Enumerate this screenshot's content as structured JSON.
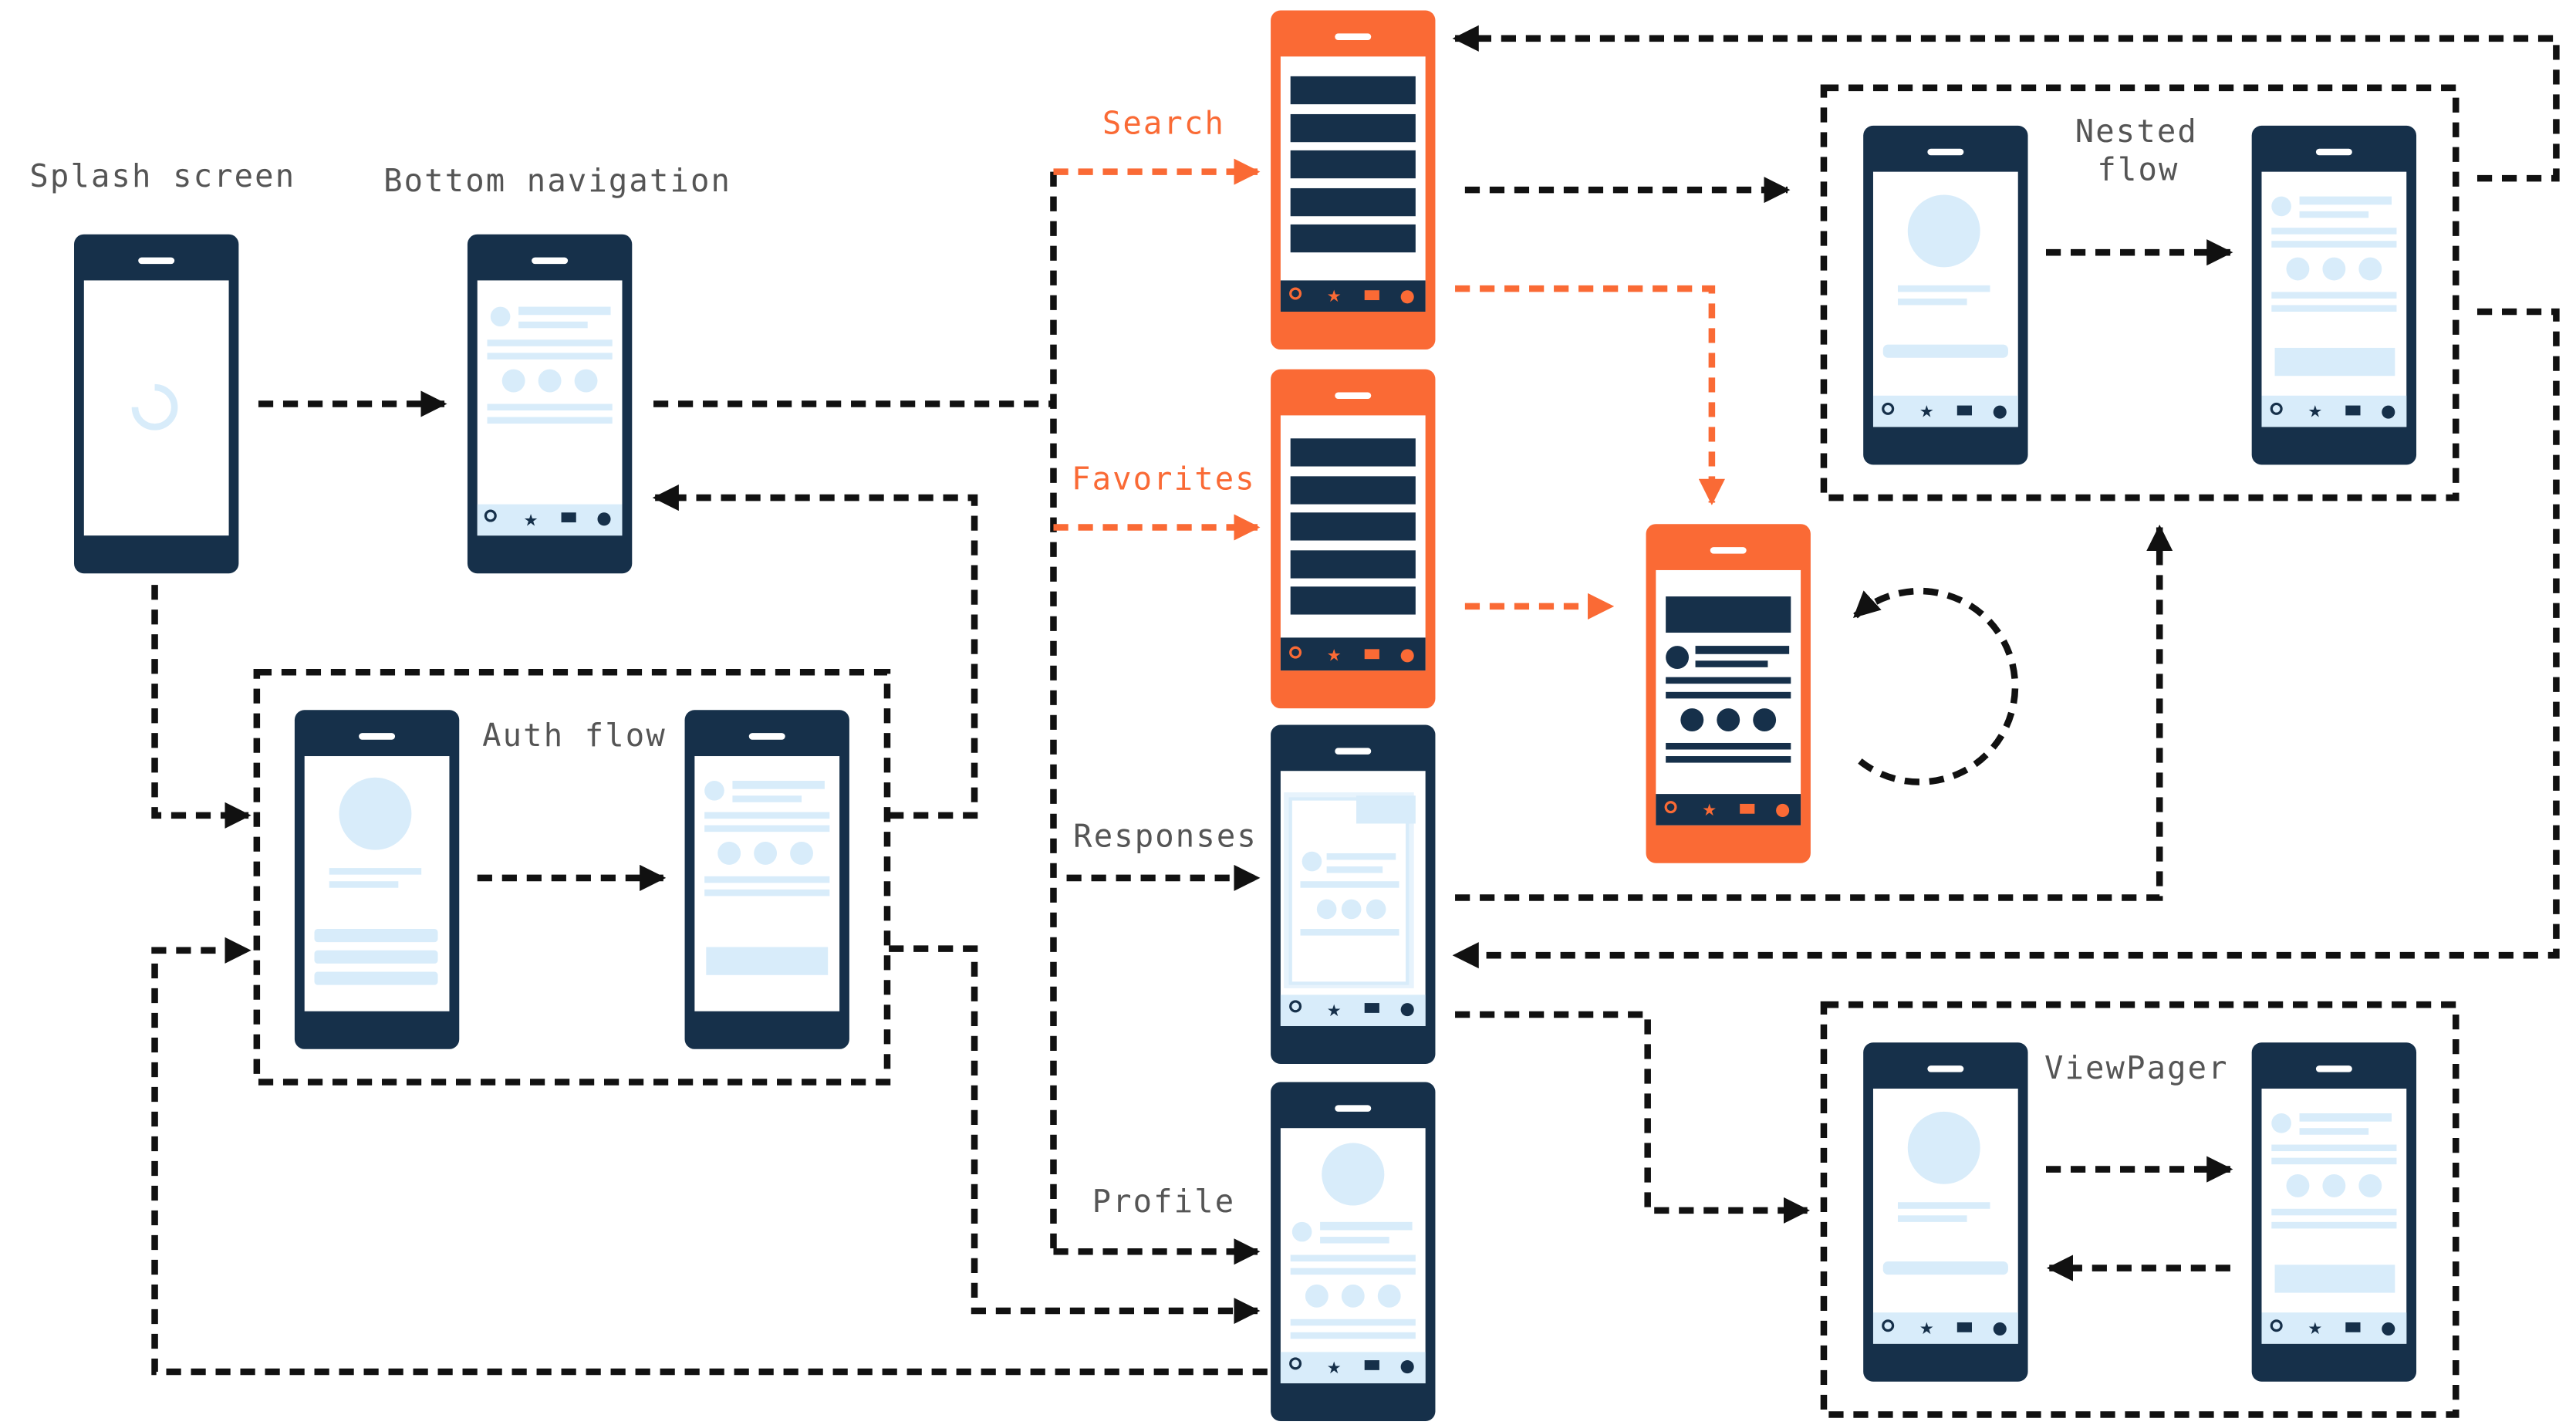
{
  "labels": {
    "splash": "Splash screen",
    "bottom_nav": "Bottom navigation",
    "auth_flow": "Auth flow",
    "search": "Search",
    "favorites": "Favorites",
    "responses": "Responses",
    "profile": "Profile",
    "nested_1": "Nested",
    "nested_2": "flow",
    "viewpager": "ViewPager"
  },
  "colors": {
    "dark": "#16304a",
    "accent": "#fa6a35",
    "light": "#d8ecfa",
    "label_gray": "#555555",
    "arrow": "#111111"
  }
}
